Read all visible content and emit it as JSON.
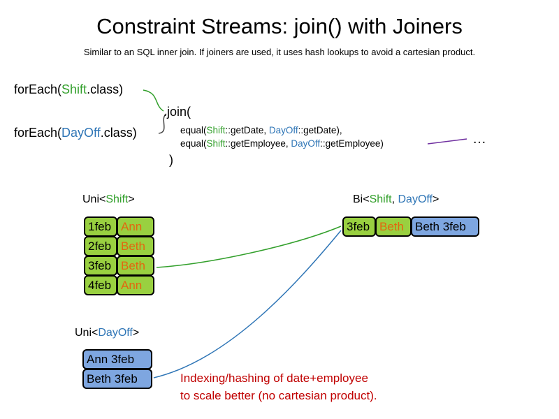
{
  "title": "Constraint Streams: join() with Joiners",
  "subtitle": "Similar to an SQL inner join. If joiners are used, it uses hash lookups to avoid a cartesian product.",
  "code": {
    "foreach_shift": {
      "pre": "forEach(",
      "cls": "Shift",
      "post": ".class)"
    },
    "foreach_dayoff": {
      "pre": "forEach(",
      "cls": "DayOff",
      "post": ".class)"
    },
    "join_open": ".join(",
    "join_close": ")",
    "equal_date": {
      "p1": "equal(",
      "shift": "Shift",
      "p2": "::getDate, ",
      "dayoff": "DayOff",
      "p3": "::getDate),"
    },
    "equal_employee": {
      "p1": "equal(",
      "shift": "Shift",
      "p2": "::getEmployee, ",
      "dayoff": "DayOff",
      "p3": "::getEmployee)"
    },
    "ellipsis": "…"
  },
  "uni_shift": {
    "label_pre": "Uni<",
    "label_type": "Shift",
    "label_post": ">",
    "rows": [
      {
        "date": "1feb",
        "name": "Ann"
      },
      {
        "date": "2feb",
        "name": "Beth"
      },
      {
        "date": "3feb",
        "name": "Beth"
      },
      {
        "date": "4feb",
        "name": "Ann"
      }
    ]
  },
  "uni_dayoff": {
    "label_pre": "Uni<",
    "label_type": "DayOff",
    "label_post": ">",
    "rows": [
      "Ann 3feb",
      "Beth 3feb"
    ]
  },
  "bi": {
    "label_pre": "Bi<",
    "label_shift": "Shift",
    "label_sep": ", ",
    "label_dayoff": "DayOff",
    "label_post": ">",
    "row": {
      "date": "3feb",
      "name": "Beth",
      "dayoff": "Beth 3feb"
    }
  },
  "note": {
    "line1": "Indexing/hashing of date+employee",
    "line2": "to scale better (no cartesian product)."
  },
  "colors": {
    "green_text": "#33A02C",
    "blue_text": "#2E75B6",
    "orange_text": "#E2660F",
    "green_fill": "#99D040",
    "blue_fill": "#7EA6E0",
    "red_text": "#C00000",
    "purple_line": "#7030A0",
    "dark_line": "#444444"
  }
}
